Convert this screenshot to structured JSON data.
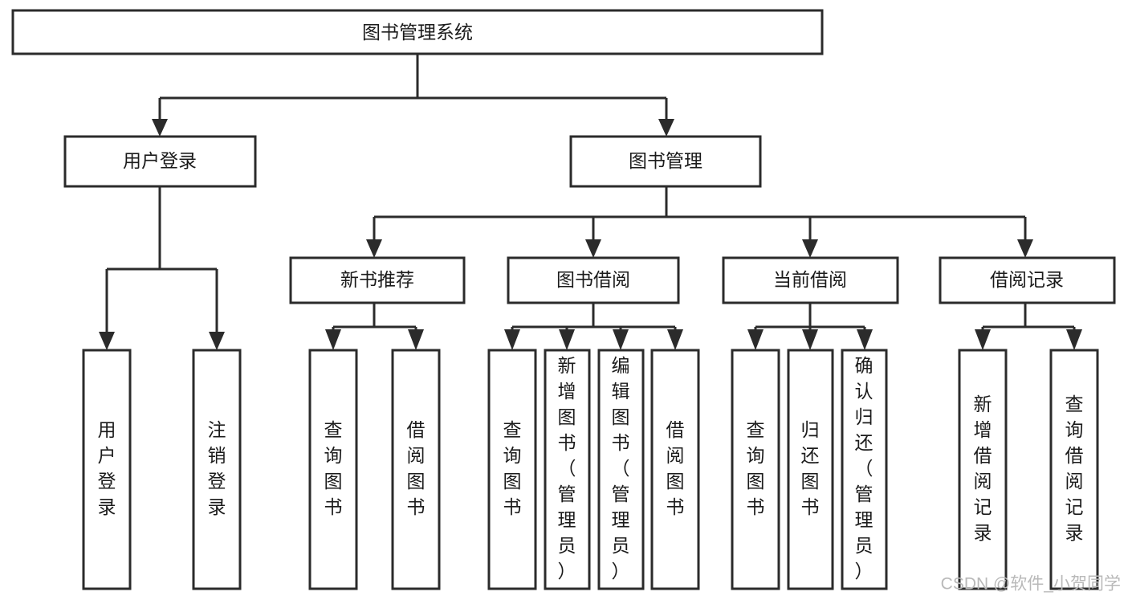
{
  "diagram": {
    "type": "tree",
    "title": "图书管理系统",
    "watermark": "CSDN @软件_小贺同学",
    "colors": {
      "background": "#ffffff",
      "stroke": "#2b2b2b",
      "text": "#1b1b1b",
      "watermark": "#b9b9b9"
    },
    "root": {
      "label": "图书管理系统",
      "orientation": "horizontal"
    },
    "level2": [
      {
        "label": "用户登录",
        "orientation": "horizontal"
      },
      {
        "label": "图书管理",
        "orientation": "horizontal"
      }
    ],
    "level3": [
      {
        "label": "新书推荐",
        "orientation": "horizontal"
      },
      {
        "label": "图书借阅",
        "orientation": "horizontal"
      },
      {
        "label": "当前借阅",
        "orientation": "horizontal"
      },
      {
        "label": "借阅记录",
        "orientation": "horizontal"
      }
    ],
    "leaves": {
      "user_login": [
        {
          "label": "用户登录",
          "orientation": "vertical"
        },
        {
          "label": "注销登录",
          "orientation": "vertical"
        }
      ],
      "new_book_recommend": [
        {
          "label": "查询图书",
          "orientation": "vertical"
        },
        {
          "label": "借阅图书",
          "orientation": "vertical"
        }
      ],
      "book_borrow": [
        {
          "label": "查询图书",
          "orientation": "vertical"
        },
        {
          "label": "新增图书（管理员）",
          "orientation": "vertical"
        },
        {
          "label": "编辑图书（管理员）",
          "orientation": "vertical"
        },
        {
          "label": "借阅图书",
          "orientation": "vertical"
        }
      ],
      "current_borrow": [
        {
          "label": "查询图书",
          "orientation": "vertical"
        },
        {
          "label": "归还图书",
          "orientation": "vertical"
        },
        {
          "label": "确认归还（管理员）",
          "orientation": "vertical"
        }
      ],
      "borrow_record": [
        {
          "label": "新增借阅记录",
          "orientation": "vertical"
        },
        {
          "label": "查询借阅记录",
          "orientation": "vertical"
        }
      ]
    }
  }
}
